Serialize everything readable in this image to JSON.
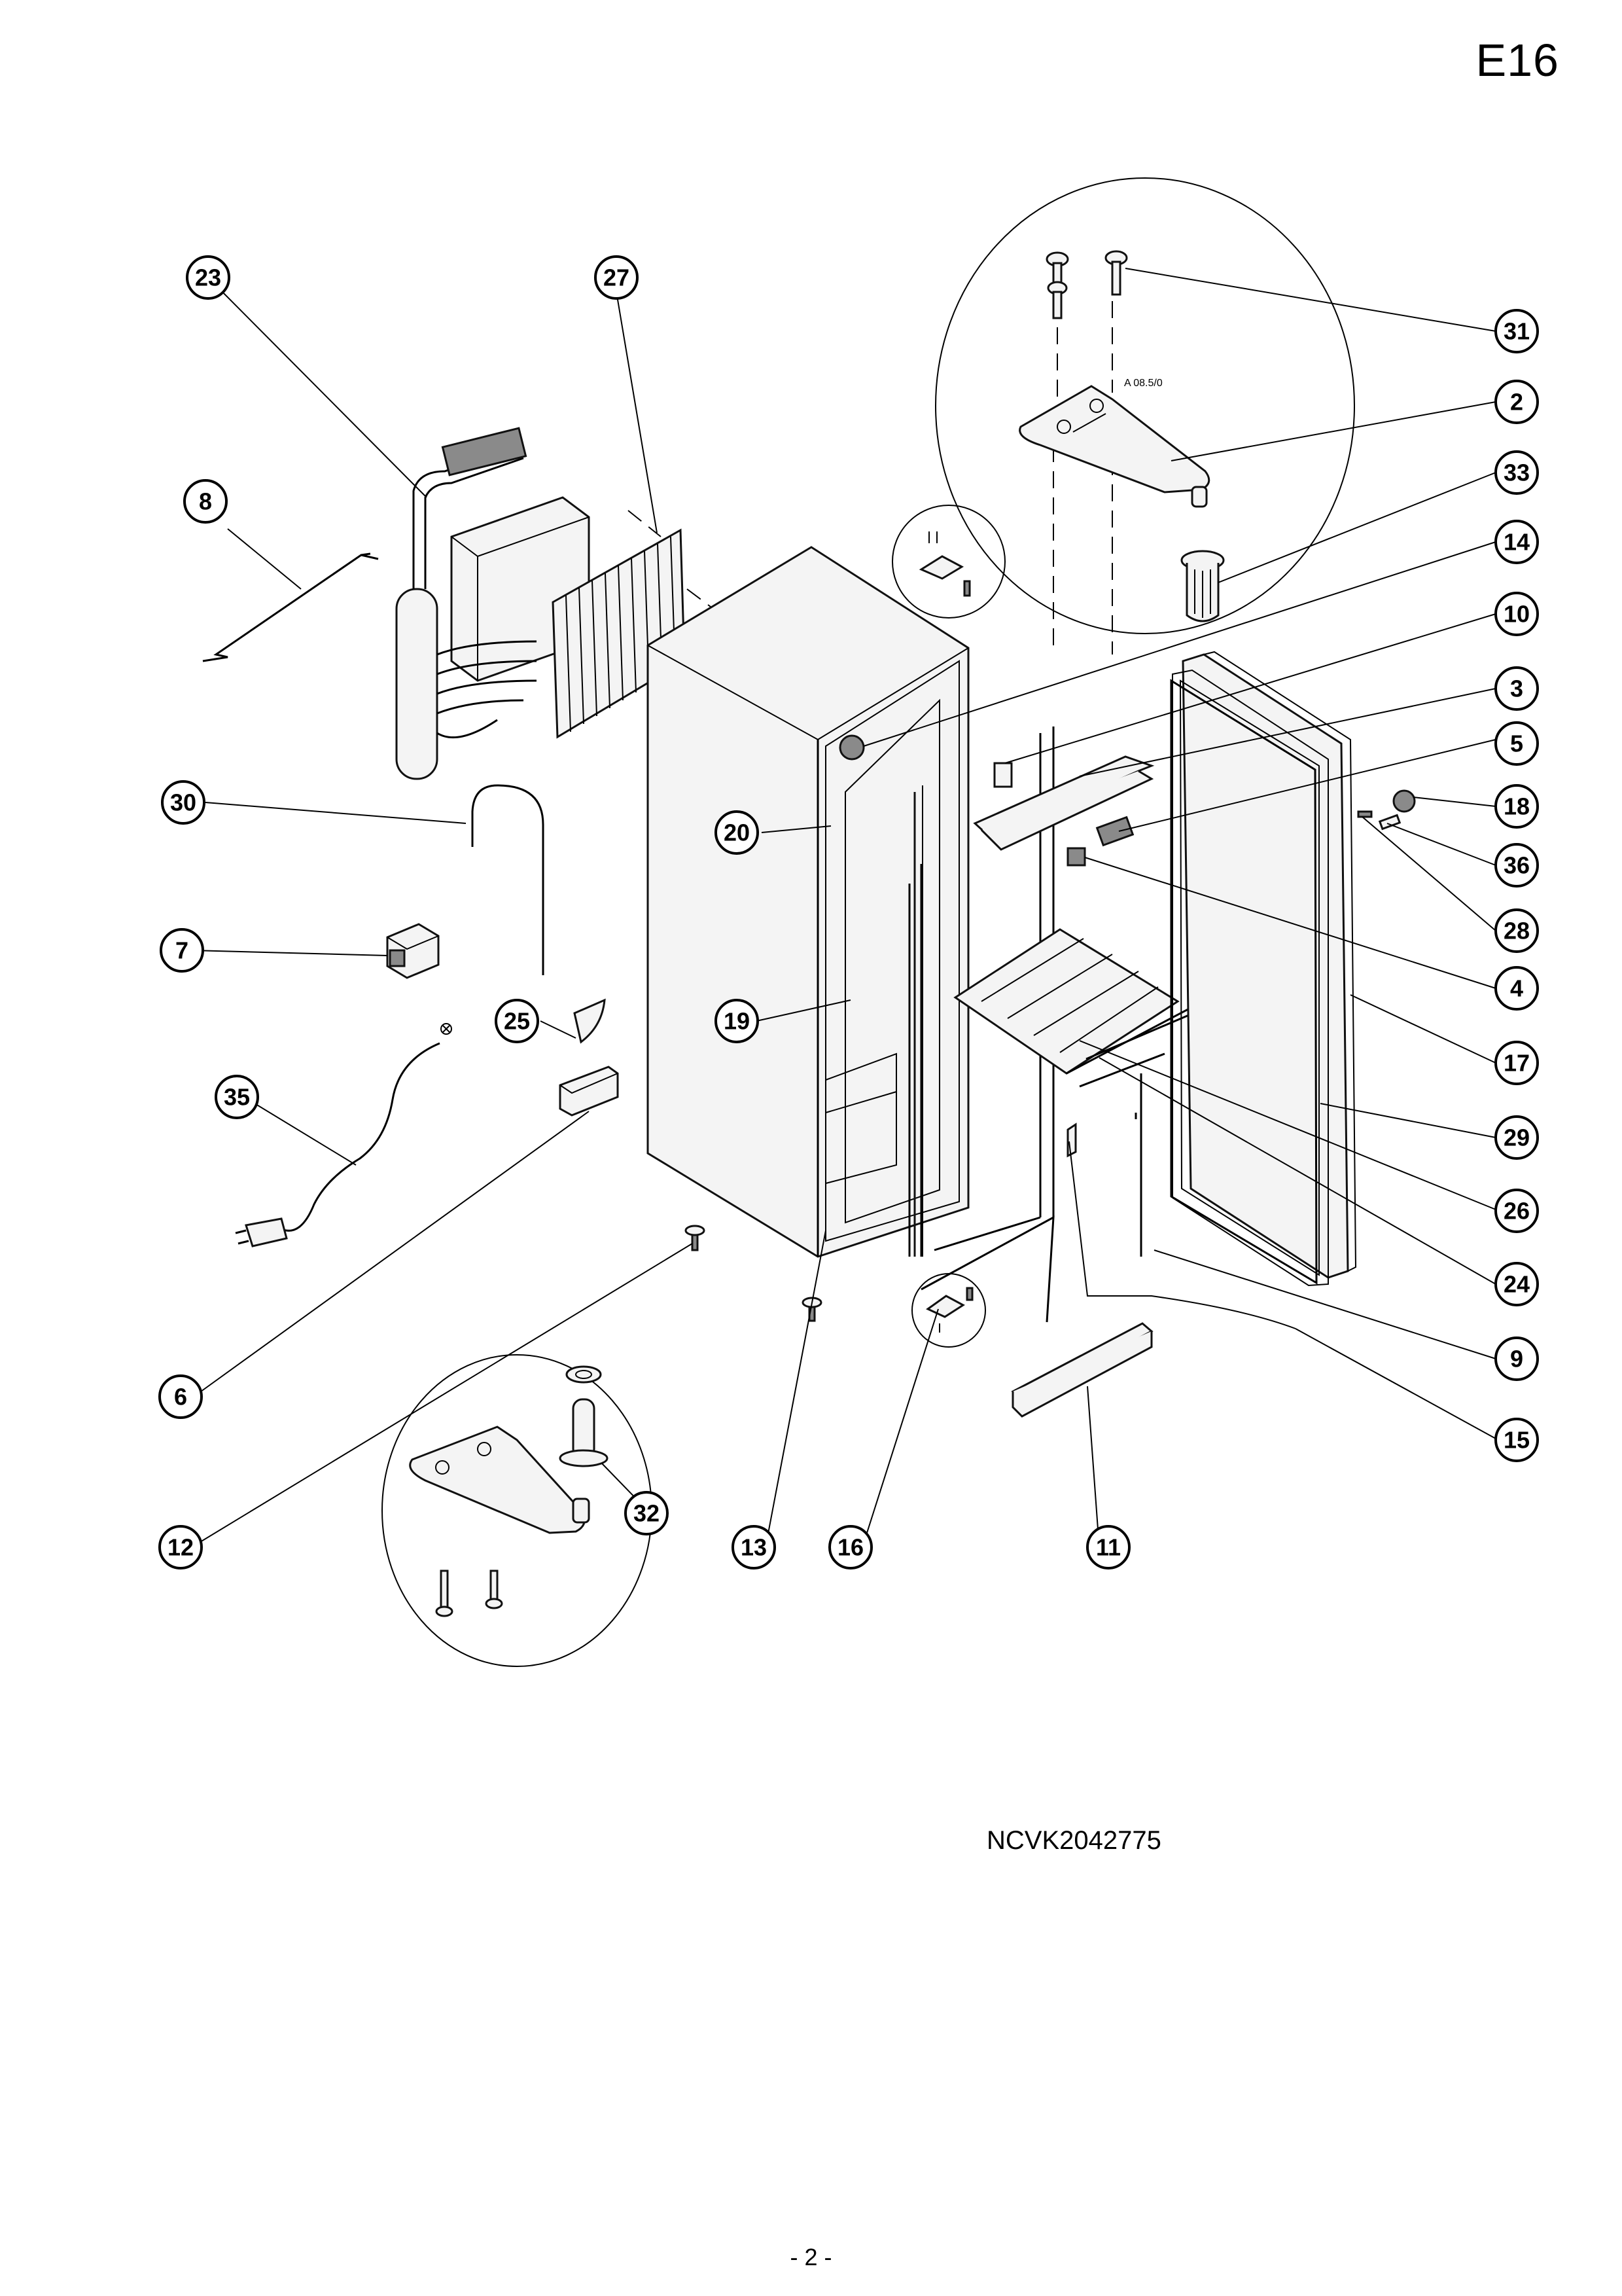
{
  "page_code": "E16",
  "drawing_number": "NCVK2042775",
  "page_number": "- 2 -",
  "detail_note": "A 08.5/0",
  "callouts": [
    {
      "id": "23",
      "label": "23"
    },
    {
      "id": "27",
      "label": "27"
    },
    {
      "id": "31",
      "label": "31"
    },
    {
      "id": "2",
      "label": "2"
    },
    {
      "id": "8",
      "label": "8"
    },
    {
      "id": "33",
      "label": "33"
    },
    {
      "id": "14",
      "label": "14"
    },
    {
      "id": "10",
      "label": "10"
    },
    {
      "id": "3",
      "label": "3"
    },
    {
      "id": "5",
      "label": "5"
    },
    {
      "id": "30",
      "label": "30"
    },
    {
      "id": "20",
      "label": "20"
    },
    {
      "id": "18",
      "label": "18"
    },
    {
      "id": "36",
      "label": "36"
    },
    {
      "id": "28",
      "label": "28"
    },
    {
      "id": "7",
      "label": "7"
    },
    {
      "id": "4",
      "label": "4"
    },
    {
      "id": "25",
      "label": "25"
    },
    {
      "id": "19",
      "label": "19"
    },
    {
      "id": "17",
      "label": "17"
    },
    {
      "id": "35",
      "label": "35"
    },
    {
      "id": "29",
      "label": "29"
    },
    {
      "id": "26",
      "label": "26"
    },
    {
      "id": "24",
      "label": "24"
    },
    {
      "id": "9",
      "label": "9"
    },
    {
      "id": "6",
      "label": "6"
    },
    {
      "id": "15",
      "label": "15"
    },
    {
      "id": "32",
      "label": "32"
    },
    {
      "id": "12",
      "label": "12"
    },
    {
      "id": "13",
      "label": "13"
    },
    {
      "id": "16",
      "label": "16"
    },
    {
      "id": "11",
      "label": "11"
    }
  ]
}
